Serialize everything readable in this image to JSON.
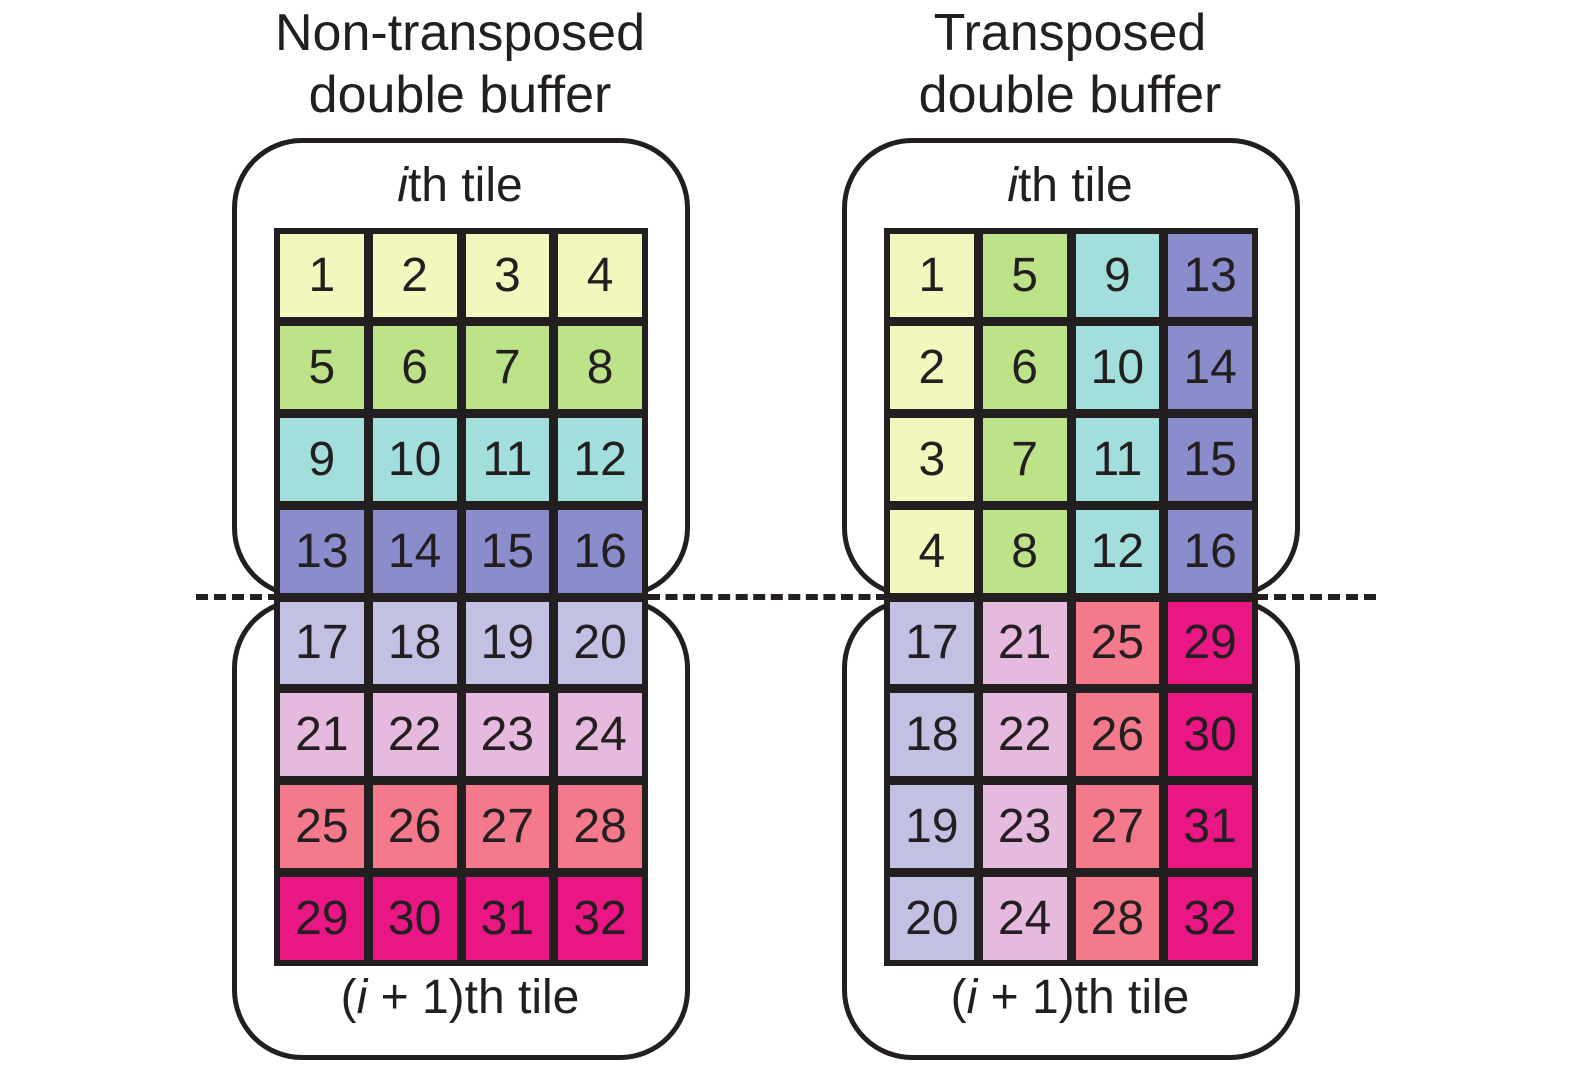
{
  "colors": {
    "g1": "#f4f7bd",
    "g2": "#bde389",
    "g3": "#a1dedc",
    "g4": "#8a8ccc",
    "g5": "#c2c1e4",
    "g6": "#e6b9df",
    "g7": "#f47a8b",
    "g8": "#ea1683"
  },
  "panels": [
    {
      "title_lines": [
        "Non-transposed",
        "double buffer"
      ],
      "top_label": {
        "italic": "i",
        "rest": "th tile"
      },
      "bottom_label": {
        "open": "(",
        "italic": "i",
        "rest": " + 1)th tile"
      },
      "cells": [
        {
          "text": "1",
          "group": "g1"
        },
        {
          "text": "2",
          "group": "g1"
        },
        {
          "text": "3",
          "group": "g1"
        },
        {
          "text": "4",
          "group": "g1"
        },
        {
          "text": "5",
          "group": "g2"
        },
        {
          "text": "6",
          "group": "g2"
        },
        {
          "text": "7",
          "group": "g2"
        },
        {
          "text": "8",
          "group": "g2"
        },
        {
          "text": "9",
          "group": "g3"
        },
        {
          "text": "10",
          "group": "g3"
        },
        {
          "text": "11",
          "group": "g3"
        },
        {
          "text": "12",
          "group": "g3"
        },
        {
          "text": "13",
          "group": "g4"
        },
        {
          "text": "14",
          "group": "g4"
        },
        {
          "text": "15",
          "group": "g4"
        },
        {
          "text": "16",
          "group": "g4"
        },
        {
          "text": "17",
          "group": "g5"
        },
        {
          "text": "18",
          "group": "g5"
        },
        {
          "text": "19",
          "group": "g5"
        },
        {
          "text": "20",
          "group": "g5"
        },
        {
          "text": "21",
          "group": "g6"
        },
        {
          "text": "22",
          "group": "g6"
        },
        {
          "text": "23",
          "group": "g6"
        },
        {
          "text": "24",
          "group": "g6"
        },
        {
          "text": "25",
          "group": "g7"
        },
        {
          "text": "26",
          "group": "g7"
        },
        {
          "text": "27",
          "group": "g7"
        },
        {
          "text": "28",
          "group": "g7"
        },
        {
          "text": "29",
          "group": "g8"
        },
        {
          "text": "30",
          "group": "g8"
        },
        {
          "text": "31",
          "group": "g8"
        },
        {
          "text": "32",
          "group": "g8"
        }
      ]
    },
    {
      "title_lines": [
        "Transposed",
        "double buffer"
      ],
      "top_label": {
        "italic": "i",
        "rest": "th tile"
      },
      "bottom_label": {
        "open": "(",
        "italic": "i",
        "rest": " + 1)th tile"
      },
      "cells": [
        {
          "text": "1",
          "group": "g1"
        },
        {
          "text": "5",
          "group": "g2"
        },
        {
          "text": "9",
          "group": "g3"
        },
        {
          "text": "13",
          "group": "g4"
        },
        {
          "text": "2",
          "group": "g1"
        },
        {
          "text": "6",
          "group": "g2"
        },
        {
          "text": "10",
          "group": "g3"
        },
        {
          "text": "14",
          "group": "g4"
        },
        {
          "text": "3",
          "group": "g1"
        },
        {
          "text": "7",
          "group": "g2"
        },
        {
          "text": "11",
          "group": "g3"
        },
        {
          "text": "15",
          "group": "g4"
        },
        {
          "text": "4",
          "group": "g1"
        },
        {
          "text": "8",
          "group": "g2"
        },
        {
          "text": "12",
          "group": "g3"
        },
        {
          "text": "16",
          "group": "g4"
        },
        {
          "text": "17",
          "group": "g5"
        },
        {
          "text": "21",
          "group": "g6"
        },
        {
          "text": "25",
          "group": "g7"
        },
        {
          "text": "29",
          "group": "g8"
        },
        {
          "text": "18",
          "group": "g5"
        },
        {
          "text": "22",
          "group": "g6"
        },
        {
          "text": "26",
          "group": "g7"
        },
        {
          "text": "30",
          "group": "g8"
        },
        {
          "text": "19",
          "group": "g5"
        },
        {
          "text": "23",
          "group": "g6"
        },
        {
          "text": "27",
          "group": "g7"
        },
        {
          "text": "31",
          "group": "g8"
        },
        {
          "text": "20",
          "group": "g5"
        },
        {
          "text": "24",
          "group": "g6"
        },
        {
          "text": "28",
          "group": "g7"
        },
        {
          "text": "32",
          "group": "g8"
        }
      ]
    }
  ]
}
